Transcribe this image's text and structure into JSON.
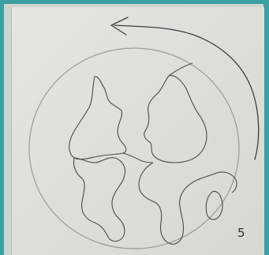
{
  "page": {
    "number": "5"
  },
  "colors": {
    "border": "#3aa0a0",
    "paper": "#e2e2dd",
    "pencil": "#4a4a4a"
  },
  "drawing": {
    "elements": [
      "circle-outline",
      "rotation-arrow",
      "left-silhouette",
      "right-silhouette",
      "lower-shapes"
    ]
  }
}
